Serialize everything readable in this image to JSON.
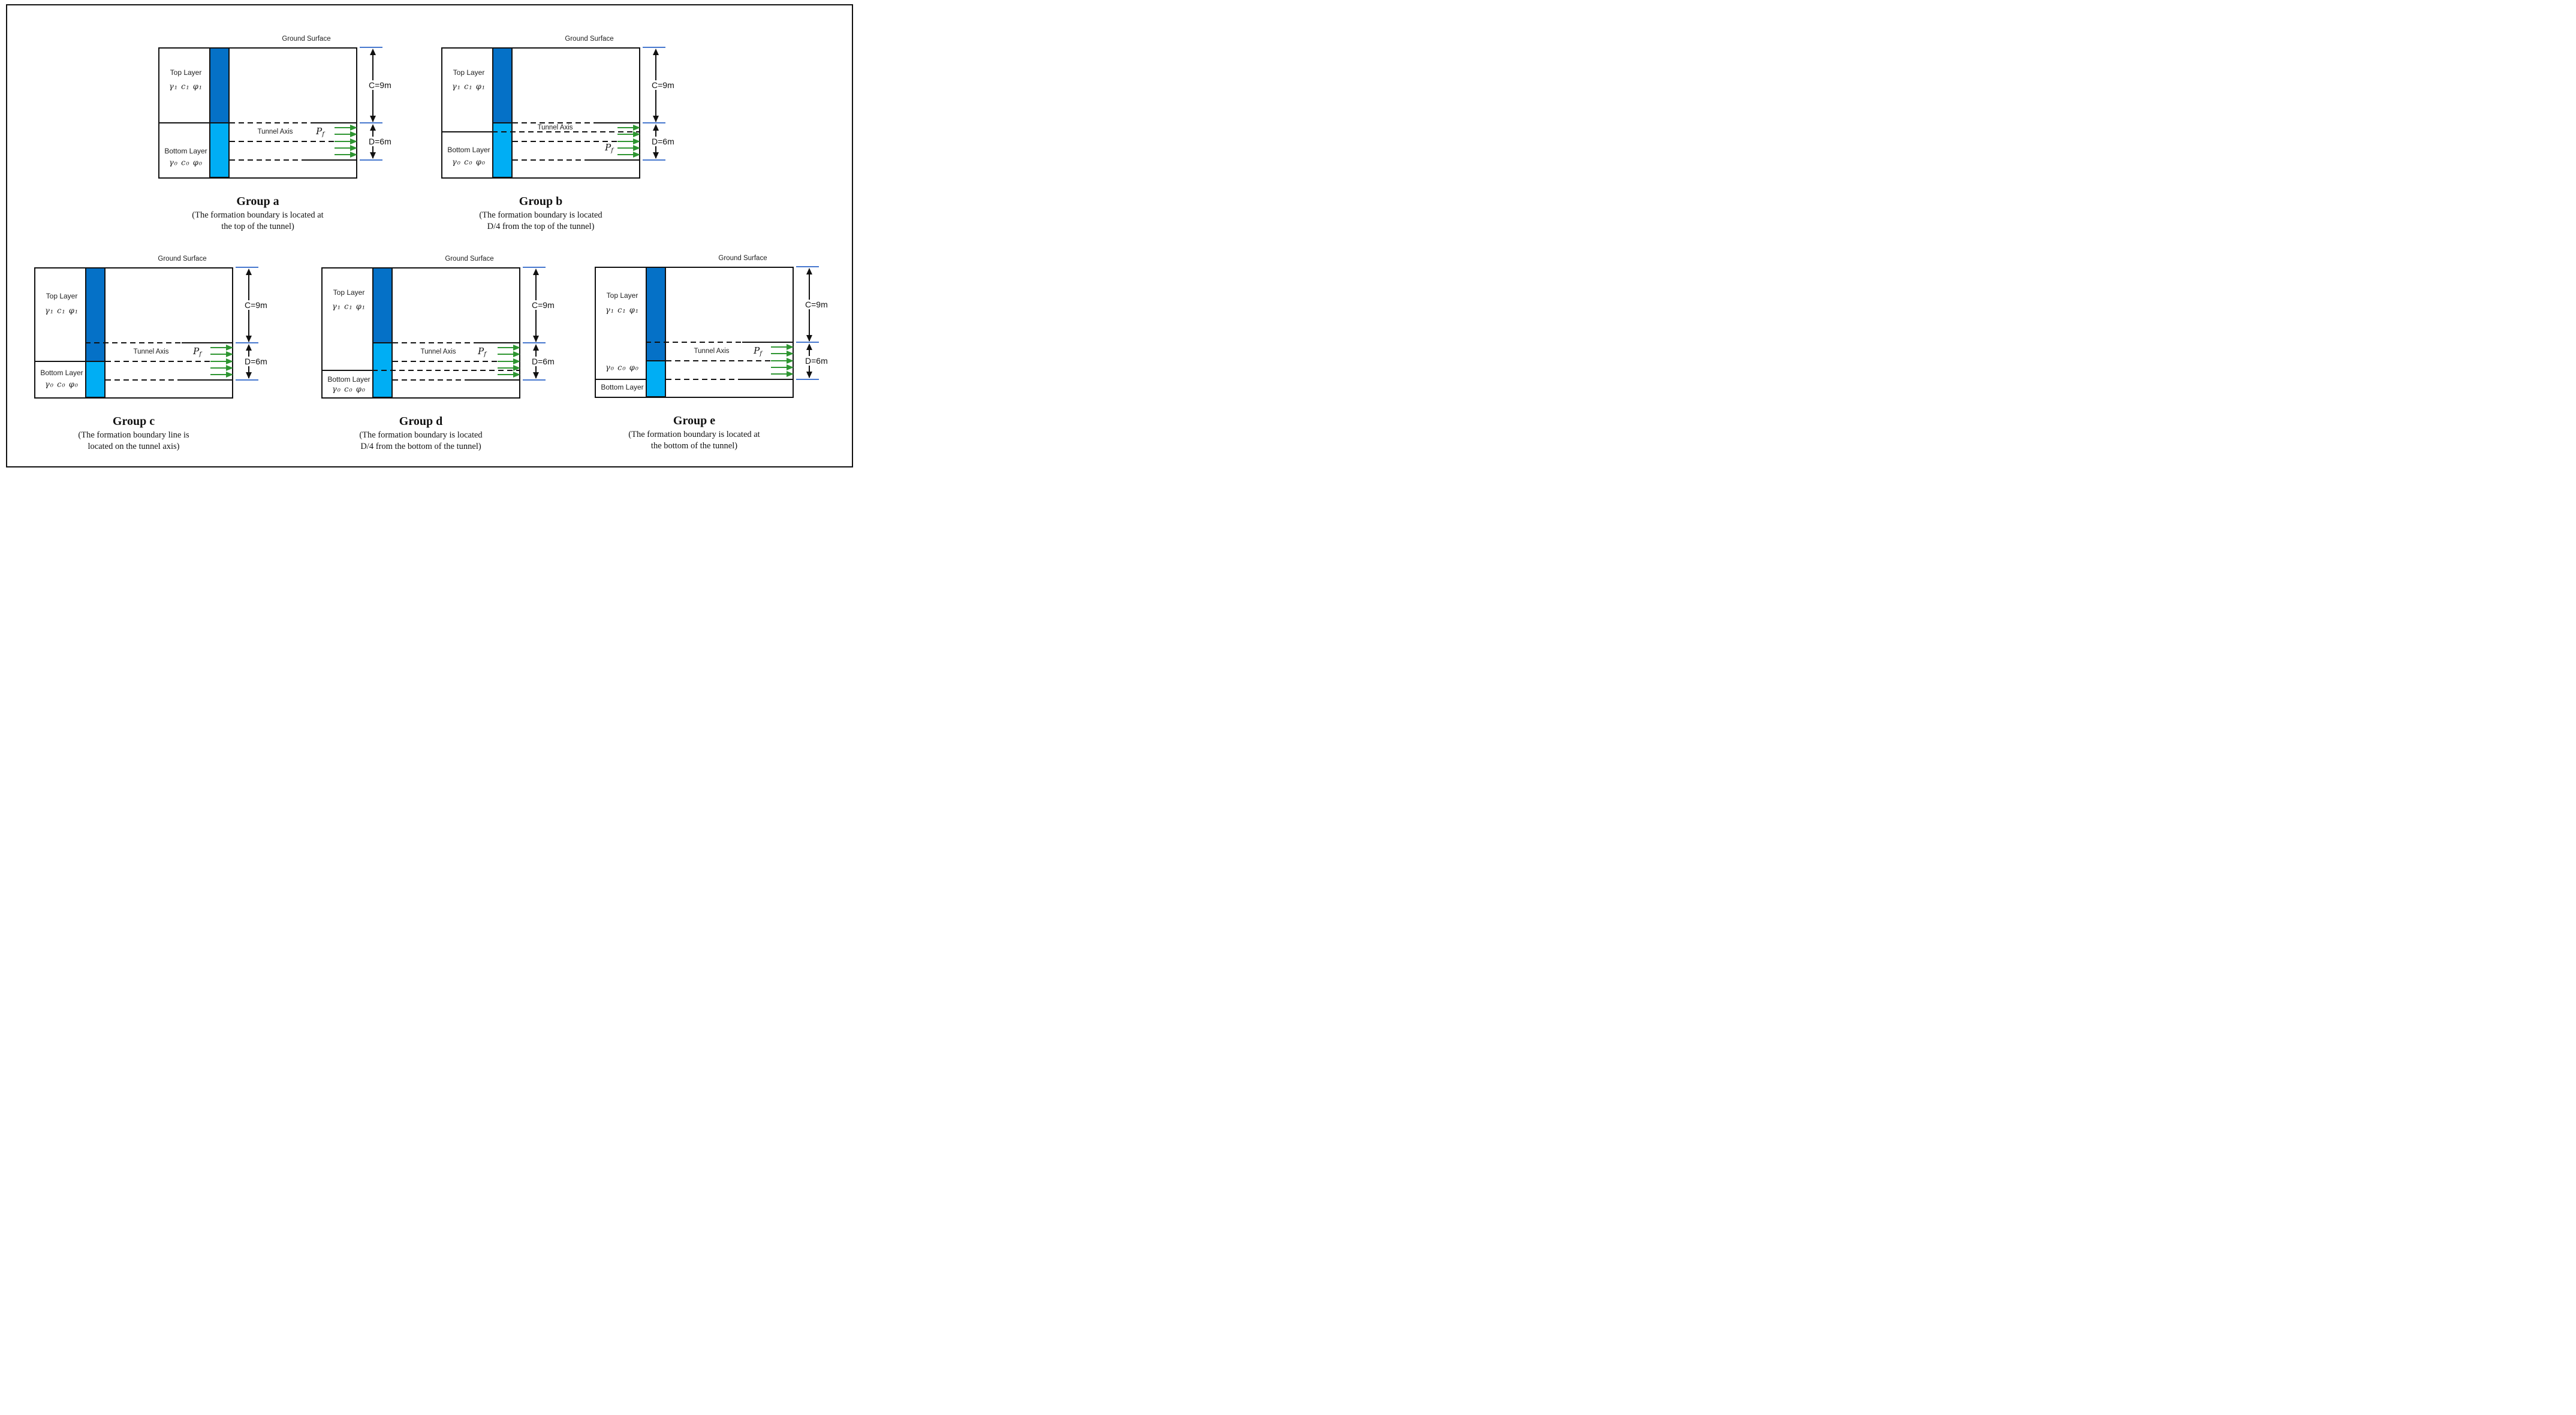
{
  "figure": {
    "labels": {
      "ground_surface": "Ground Surface",
      "top_layer": "Top Layer",
      "top_layer_params": "γ₁  c₁  φ₁",
      "bottom_layer": "Bottom Layer",
      "bottom_layer_params": "γ₀  c₀  φ₀",
      "tunnel_axis": "Tunnel Axis",
      "face_pressure_symbol": "P",
      "face_pressure_sub": "f",
      "cover_depth": "C=9m",
      "tunnel_diameter": "D=6m"
    },
    "groups": [
      {
        "id": "a",
        "title": "Group a",
        "caption": [
          "(The formation boundary is located at",
          "the top of the tunnel)"
        ]
      },
      {
        "id": "b",
        "title": "Group b",
        "caption": [
          "(The formation boundary is located",
          "D/4 from the top of the tunnel)"
        ]
      },
      {
        "id": "c",
        "title": "Group c",
        "caption": [
          "(The formation boundary line is",
          "located on the tunnel axis)"
        ]
      },
      {
        "id": "d",
        "title": "Group d",
        "caption": [
          "(The formation boundary is located",
          "D/4 from the bottom of the tunnel)"
        ]
      },
      {
        "id": "e",
        "title": "Group e",
        "caption": [
          "(The formation boundary is located at",
          "the bottom of the tunnel)"
        ]
      }
    ],
    "colors": {
      "top_layer_fill": "#0571C7",
      "bottom_layer_fill": "#00AEF4",
      "pressure_arrow": "#2E9531",
      "dimension_tick": "#4677CE",
      "line": "#111111"
    }
  }
}
